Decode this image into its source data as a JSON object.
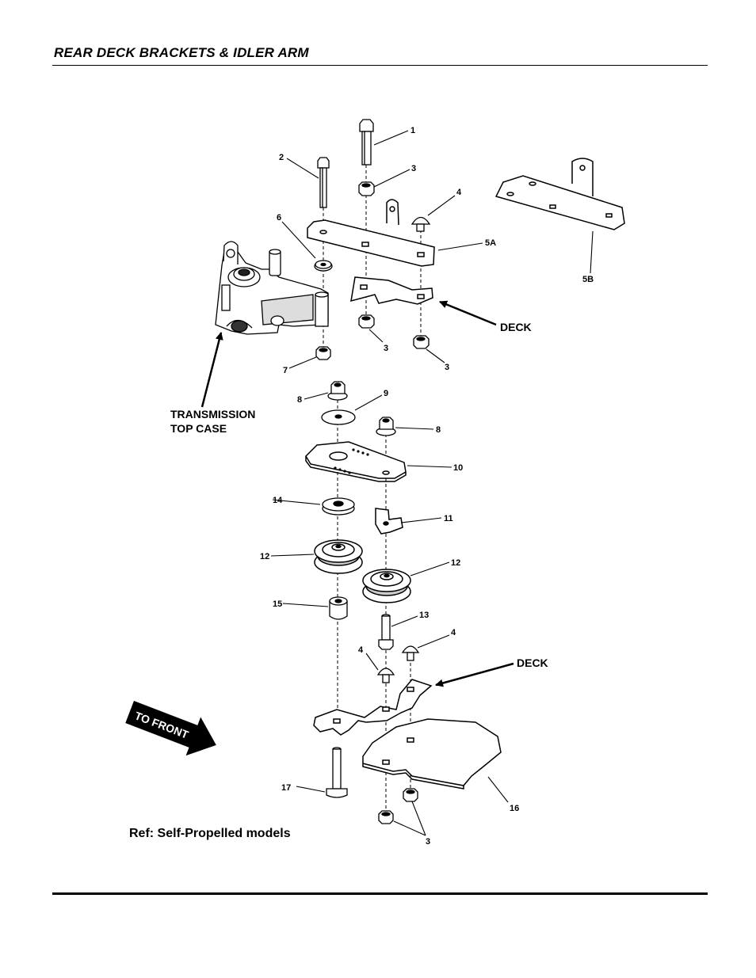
{
  "header": {
    "title": "REAR DECK BRACKETS & IDLER ARM"
  },
  "callouts": {
    "c1": "1",
    "c2": "2",
    "c3a": "3",
    "c4a": "4",
    "c6": "6",
    "c5a": "5A",
    "c5b": "5B",
    "c3b": "3",
    "c3c": "3",
    "c7": "7",
    "c8a": "8",
    "c9": "9",
    "c8b": "8",
    "c10": "10",
    "c14": "14",
    "c11": "11",
    "c12a": "12",
    "c12b": "12",
    "c15": "15",
    "c13": "13",
    "c4b": "4",
    "c4c": "4",
    "c17": "17",
    "c16": "16",
    "c3d": "3"
  },
  "labels": {
    "deck_upper": "DECK",
    "deck_lower": "DECK",
    "transmission_line1": "TRANSMISSION",
    "transmission_line2": "TOP CASE",
    "to_front": "TO FRONT",
    "reference": "Ref: Self-Propelled models"
  }
}
